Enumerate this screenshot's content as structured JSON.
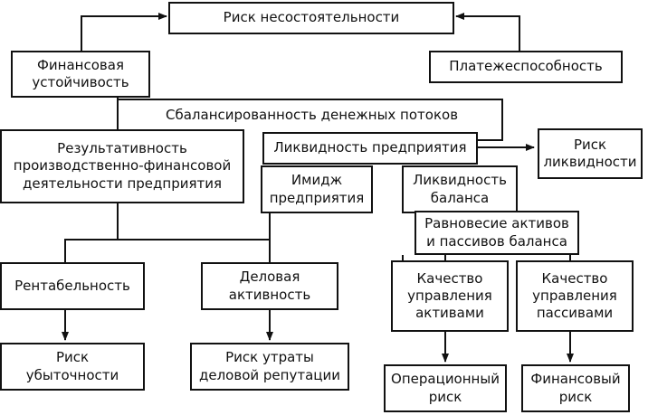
{
  "diagram": {
    "nodes": {
      "insolvency_risk": "Риск несостоятельности",
      "financial_stability": "Финансовая\nустойчивость",
      "solvency": "Платежеспособность",
      "performance": "Результативность\nпроизводственно-финансовой\nдеятельности предприятия",
      "enterprise_liquidity": "Ликвидность предприятия",
      "liquidity_risk": "Риск\nликвидности",
      "enterprise_image": "Имидж\nпредприятия",
      "balance_liquidity": "Ликвидность\nбаланса",
      "assets_liabilities_balance": "Равновесие активов\nи пассивов баланса",
      "profitability": "Рентабельность",
      "business_activity": "Деловая\nактивность",
      "asset_management_quality": "Качество\nуправления\nактивами",
      "liability_management_quality": "Качество\nуправления\nпассивами",
      "loss_risk": "Риск\nубыточности",
      "reputation_loss_risk": "Риск утраты\nделовой репутации",
      "operational_risk": "Операционный\nриск",
      "financial_risk": "Финансовый\nриск"
    },
    "labels": {
      "cash_flow_balance": "Сбалансированность денежных потоков"
    }
  }
}
